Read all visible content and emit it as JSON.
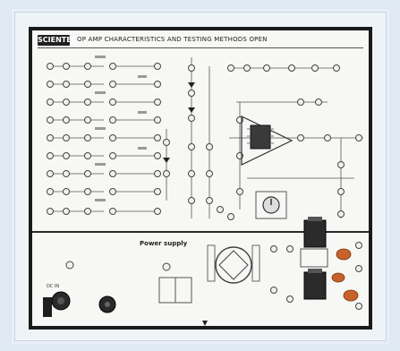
{
  "board": {
    "brand_label": "SCIENTECH",
    "title": "OP AMP CHARACTERISTICS AND TESTING METHODS OPEN",
    "power_label": "Power supply",
    "aux_label": "DC IN"
  },
  "colors": {
    "page_background": "#dfe9f3",
    "board_border": "#1a1a1a",
    "board_surface": "#f7f7f5",
    "component_accent": "#c8622a"
  },
  "components": {
    "ic_chips": 3,
    "orange_capacitors": 3,
    "knobs": 4
  }
}
